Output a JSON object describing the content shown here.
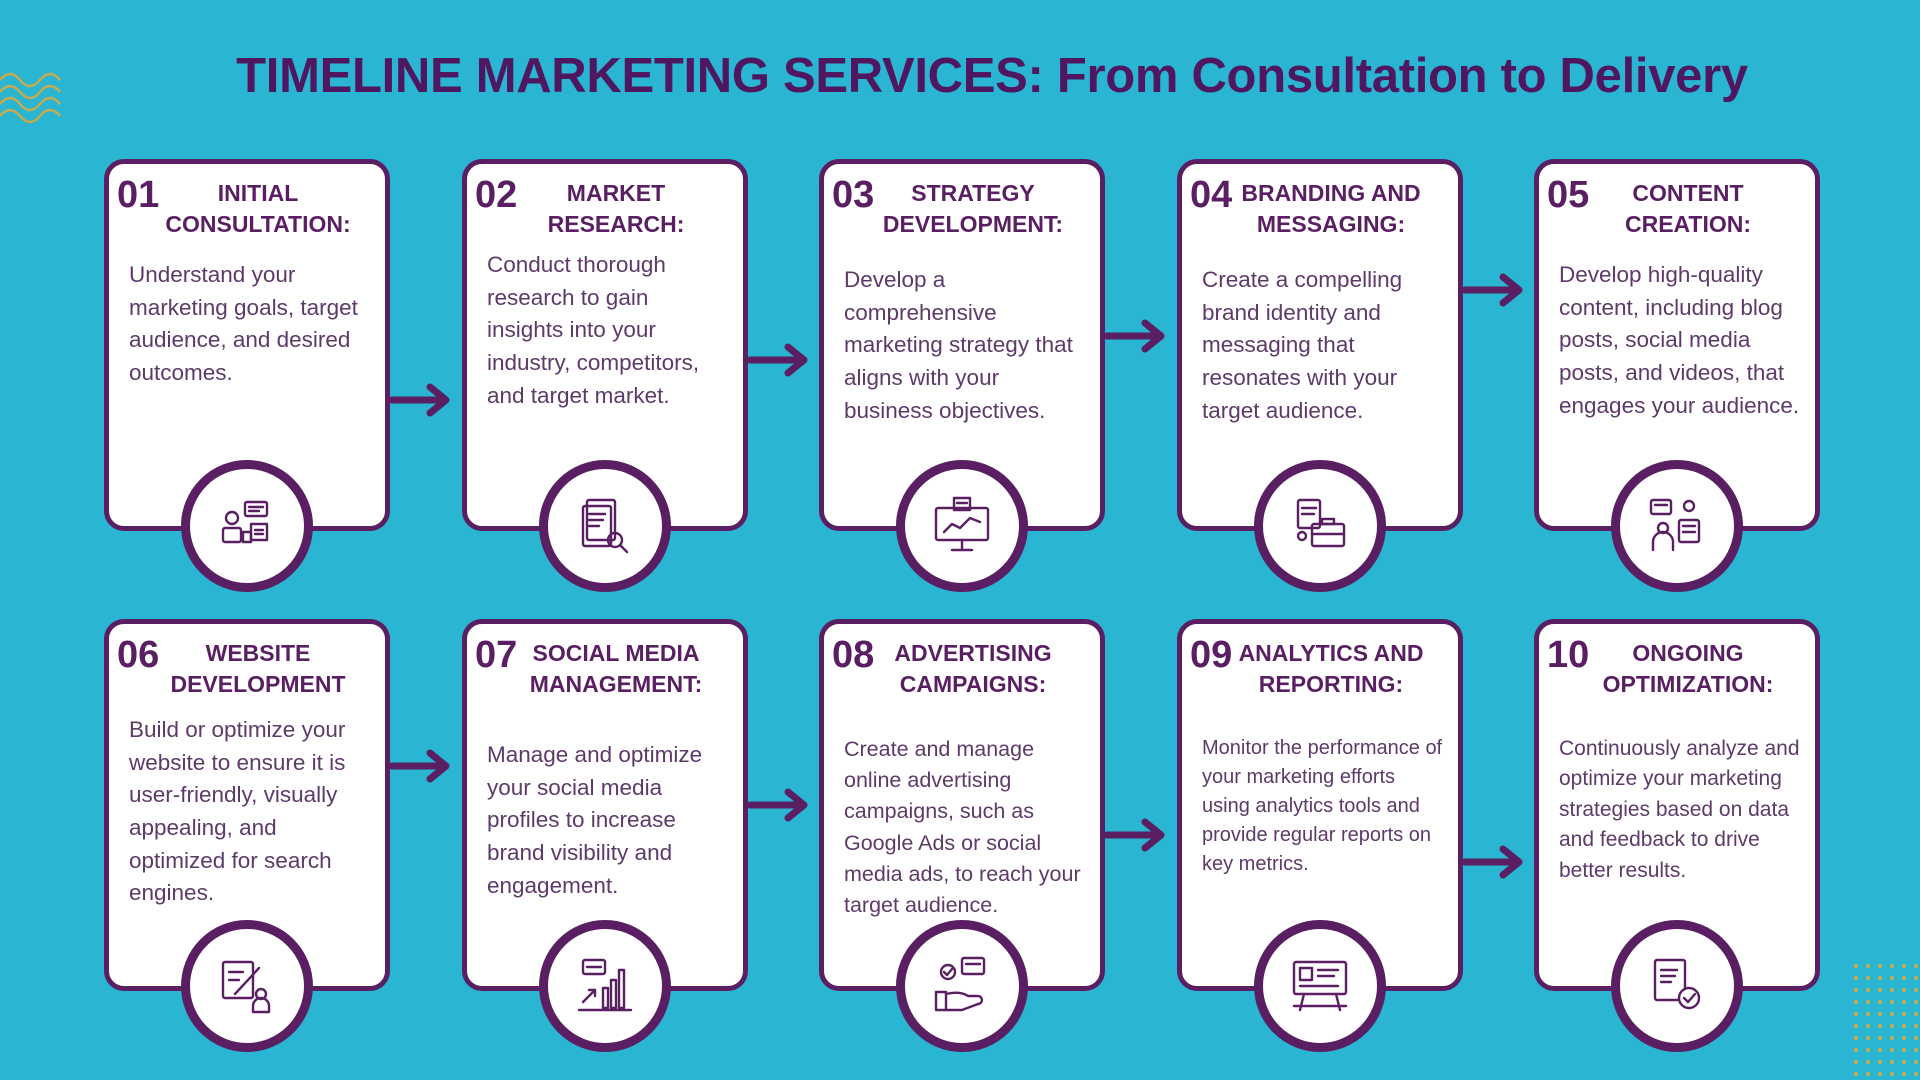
{
  "title": "TIMELINE MARKETING SERVICES: From Consultation to Delivery",
  "colors": {
    "background": "#2ab6d2",
    "accent": "#5a1f63",
    "decor": "#d4a94a"
  },
  "steps": [
    {
      "num": "01",
      "heading": "INITIAL CONSULTATION:",
      "text": "Understand your marketing goals, target audience, and desired outcomes.",
      "icon": "consultation-icon"
    },
    {
      "num": "02",
      "heading": "MARKET RESEARCH:",
      "text": "Conduct thorough research to gain insights into your industry, competitors, and target market.",
      "icon": "research-document-search-icon"
    },
    {
      "num": "03",
      "heading": "STRATEGY DEVELOPMENT:",
      "text": "Develop a comprehensive marketing strategy that aligns with your business objectives.",
      "icon": "monitor-strategy-icon"
    },
    {
      "num": "04",
      "heading": "BRANDING AND MESSAGING:",
      "text": "Create a compelling brand identity and messaging that resonates with your target audience.",
      "icon": "briefcase-document-icon"
    },
    {
      "num": "05",
      "heading": "CONTENT CREATION:",
      "text": "Develop high-quality content, including blog posts, social media posts, and videos, that engages your audience.",
      "icon": "content-people-icon"
    },
    {
      "num": "06",
      "heading": "WEBSITE DEVELOPMENT",
      "text": "Build or optimize your website to ensure it is user-friendly, visually appealing, and optimized for search engines.",
      "icon": "edit-document-user-icon"
    },
    {
      "num": "07",
      "heading": "SOCIAL MEDIA MANAGEMENT:",
      "text": "Manage and optimize your social media profiles to increase brand visibility and engagement.",
      "icon": "bar-chart-growth-icon"
    },
    {
      "num": "08",
      "heading": "ADVERTISING CAMPAIGNS:",
      "text": "Create and manage online advertising campaigns, such as Google Ads or social media ads, to reach your target audience.",
      "icon": "hand-approval-icon"
    },
    {
      "num": "09",
      "heading": "ANALYTICS AND REPORTING:",
      "text": "Monitor the performance of your marketing efforts using analytics tools and provide regular reports on key metrics.",
      "icon": "presentation-board-icon"
    },
    {
      "num": "10",
      "heading": "ONGOING OPTIMIZATION:",
      "text": "Continuously analyze and optimize your marketing strategies based on data and feedback to drive better results.",
      "icon": "document-check-icon"
    }
  ]
}
